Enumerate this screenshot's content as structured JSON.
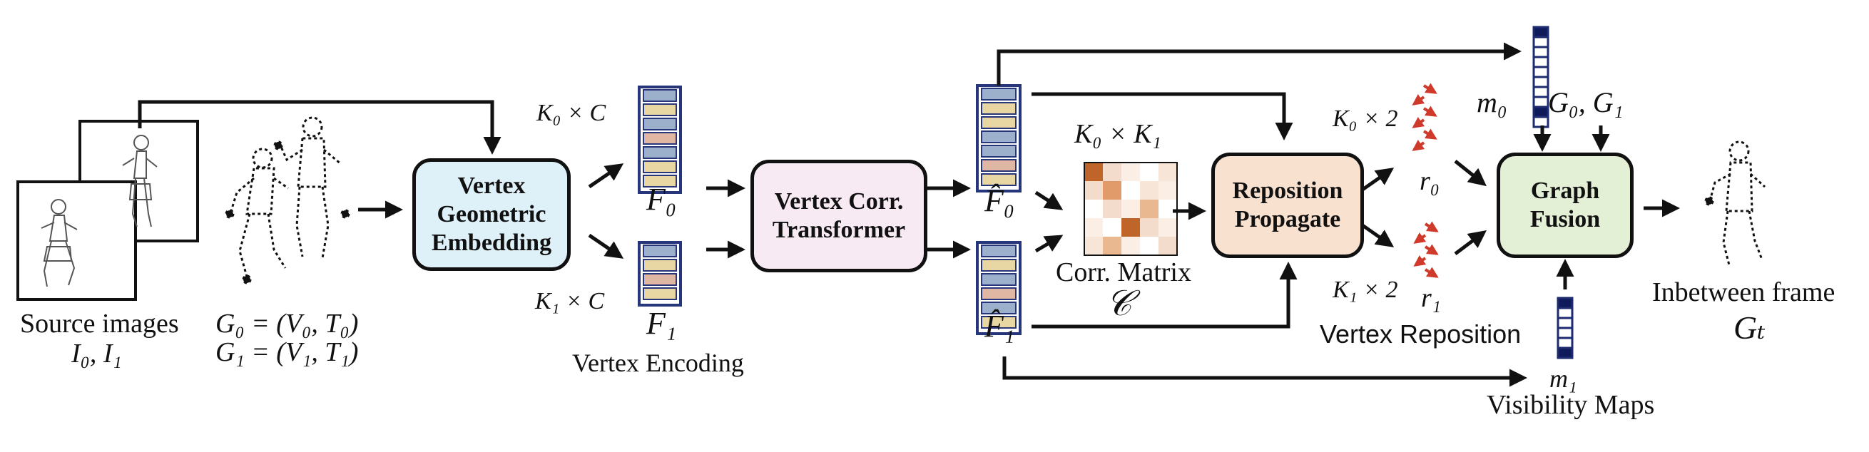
{
  "colors": {
    "vge_fill": "#dff1f8",
    "transformer_fill": "#f8eaf3",
    "propagate_fill": "#f9e1cf",
    "fusion_fill": "#e4f0d6",
    "token_tan": "#e8d7a3",
    "token_blue": "#9cb0cc",
    "token_pink": "#e0b7a2",
    "token_border": "#27367a",
    "matrix_dark": "#c0652a",
    "reposition_arrow": "#cf3a2a"
  },
  "inputs": {
    "source_images_label": "Source images",
    "source_images_vars": "I₀, I₁",
    "graph_0": "G₀ = (V₀, T₀)",
    "graph_1": "G₁ = (V₁, T₁)"
  },
  "modules": {
    "vertex_geometric_embedding": "Vertex\nGeometric\nEmbedding",
    "vertex_corr_transformer": "Vertex Corr.\nTransformer",
    "reposition_propagate": "Reposition\nPropagate",
    "graph_fusion": "Graph\nFusion"
  },
  "encoding": {
    "k0_dim": "K₀ × C",
    "k1_dim": "K₁ × C",
    "f0": "F₀",
    "f1": "F₁",
    "section_label": "Vertex Encoding"
  },
  "transformed": {
    "f0_hat": "F̂₀",
    "f1_hat": "F̂₁"
  },
  "correlation": {
    "dims": "K₀ × K₁",
    "label": "Corr. Matrix",
    "symbol": "𝒞"
  },
  "reposition": {
    "k0_dims": "K₀ × 2",
    "k1_dims": "K₁ × 2",
    "r0": "r₀",
    "r1": "r₁",
    "section_label": "Vertex Reposition"
  },
  "visibility": {
    "m0": "m₀",
    "m1": "m₁",
    "graphs": "G₀, G₁",
    "section_label": "Visibility Maps"
  },
  "output": {
    "label": "Inbetween frame",
    "symbol": "Gₜ"
  }
}
